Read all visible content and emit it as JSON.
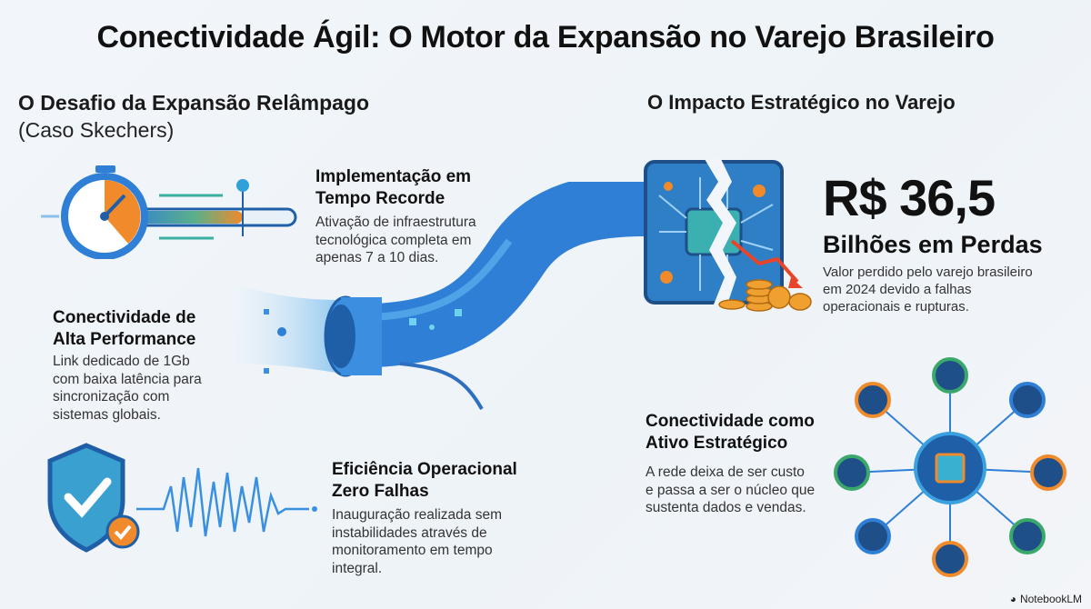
{
  "title": "Conectividade Ágil: O Motor da Expansão no Varejo Brasileiro",
  "left": {
    "heading": "O Desafio da Expansão Relâmpago",
    "subheading": "(Caso Skechers)",
    "blocks": [
      {
        "title_l1": "Implementação em",
        "title_l2": "Tempo Recorde",
        "desc": [
          "Ativação de infraestrutura",
          "tecnológica completa em",
          "apenas 7 a 10 dias."
        ],
        "icon": "stopwatch-icon"
      },
      {
        "title_l1": "Conectividade de",
        "title_l2": "Alta Performance",
        "desc": [
          "Link dedicado de 1Gb",
          "com baixa latência para",
          "sincronização com",
          "sistemas globais."
        ],
        "icon": "cable-icon"
      },
      {
        "title_l1": "Eficiência Operacional",
        "title_l2": "Zero Falhas",
        "desc": [
          "Inauguração realizada sem",
          "instabilidades através de",
          "monitoramento em tempo",
          "integral."
        ],
        "icon": "shield-check-icon"
      }
    ]
  },
  "right": {
    "heading": "O Impacto Estratégico no Varejo",
    "stat": {
      "value": "R$ 36,5",
      "label": "Bilhões em Perdas",
      "desc": [
        "Valor perdido pelo varejo brasileiro",
        "em 2024 devido a falhas",
        "operacionais e rupturas."
      ]
    },
    "block": {
      "title_l1": "Conectividade como",
      "title_l2": "Ativo Estratégico",
      "desc": [
        "A rede deixa de ser custo",
        "e passa a ser o núcleo que",
        "sustenta dados e vendas."
      ]
    }
  },
  "brand": "NotebookLM",
  "colors": {
    "blue": "#2f7fd6",
    "dark_blue": "#1f5fa8",
    "orange": "#f08a2a",
    "green": "#3aa86b"
  }
}
